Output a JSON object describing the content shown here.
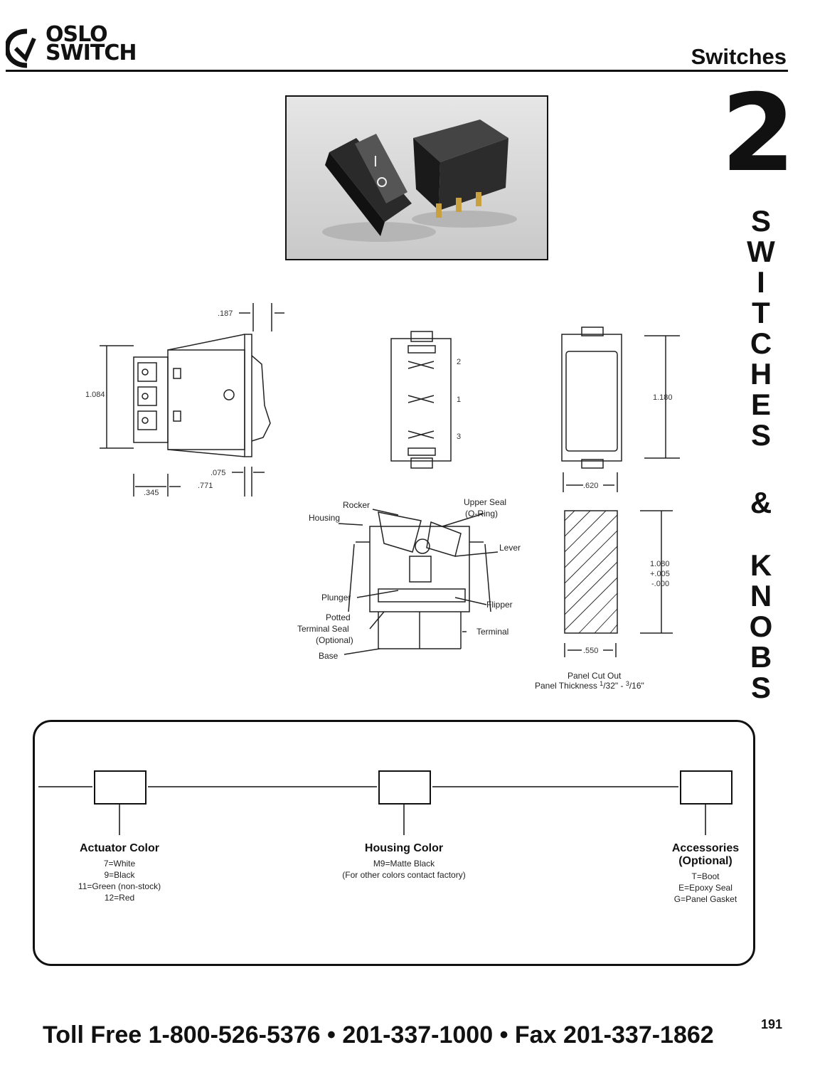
{
  "brand": {
    "line1": "OSLO",
    "line2": "SWITCH"
  },
  "header": {
    "section": "Switches"
  },
  "chapter": {
    "number": "2",
    "vertical_title": [
      "S",
      "W",
      "I",
      "T",
      "C",
      "H",
      "E",
      "S",
      "&",
      "K",
      "N",
      "O",
      "B",
      "S"
    ]
  },
  "drawing": {
    "side_dims": [
      ".187",
      "1.084",
      ".075",
      ".345",
      ".771"
    ],
    "terminal_numbers": [
      "2",
      "1",
      "3"
    ],
    "front_dims": [
      "1.180",
      ".620"
    ],
    "cross_section_labels": [
      "Rocker",
      "Housing",
      "Upper Seal",
      "(O-Ring)",
      "Lever",
      "Plunger",
      "Flipper",
      "Potted",
      "Terminal Seal",
      "(Optional)",
      "Terminal",
      "Base"
    ],
    "cutout_dims": [
      "1.080",
      "+.005",
      "-.000",
      ".550"
    ],
    "cutout_title": "Panel Cut Out",
    "panel_thickness_prefix": "Panel Thickness ",
    "panel_thickness_a_num": "1",
    "panel_thickness_a_den": "/32\"",
    "panel_thickness_sep": " - ",
    "panel_thickness_b_num": "3",
    "panel_thickness_b_den": "/16\""
  },
  "ordering": {
    "fields": [
      {
        "title": "Actuator Color",
        "subtitle": "",
        "options": [
          "7=White",
          "9=Black",
          "11=Green (non-stock)",
          "12=Red"
        ]
      },
      {
        "title": "Housing Color",
        "subtitle": "",
        "options": [
          "M9=Matte Black",
          "(For other colors contact factory)"
        ]
      },
      {
        "title": "Accessories",
        "subtitle": "(Optional)",
        "options": [
          "T=Boot",
          "E=Epoxy Seal",
          "G=Panel Gasket"
        ]
      }
    ]
  },
  "footer": {
    "contact": "Toll Free 1-800-526-5376  •  201-337-1000  •  Fax 201-337-1862",
    "page": "191"
  }
}
